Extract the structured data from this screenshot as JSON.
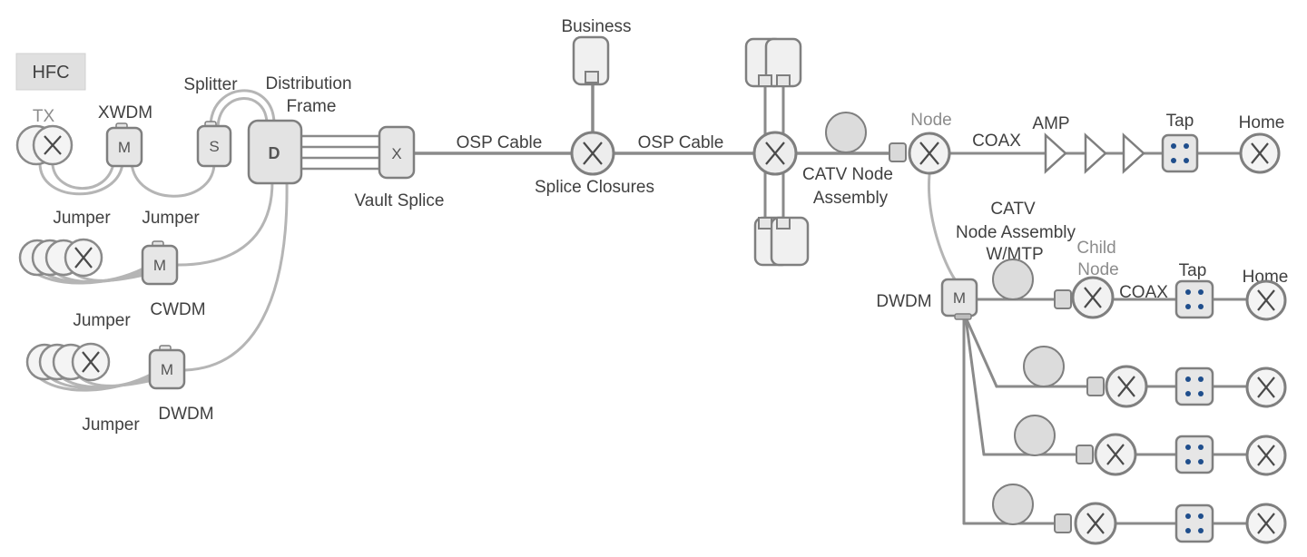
{
  "colors": {
    "line_dark": "#8a8a8a",
    "line_light": "#b5b5b5",
    "box_fill": "#e6e6e6",
    "box_stroke": "#7f7f7f",
    "tap_dot": "#1f4e8c",
    "hfc_fill": "#e0e0e0"
  },
  "labels": {
    "hfc": "HFC",
    "tx": "TX",
    "xwdm": "XWDM",
    "splitter": "Splitter",
    "distribution_frame_1": "Distribution",
    "distribution_frame_2": "Frame",
    "jumper": "Jumper",
    "cwdm": "CWDM",
    "dwdm": "DWDM",
    "vault_splice": "Vault Splice",
    "osp_cable": "OSP Cable",
    "splice_closures": "Splice Closures",
    "business": "Business",
    "catv_node_assembly_1": "CATV Node",
    "catv_node_assembly_2": "Assembly",
    "node": "Node",
    "coax": "COAX",
    "amp": "AMP",
    "tap": "Tap",
    "home": "Home",
    "catv_node_mtp_1": "CATV",
    "catv_node_mtp_2": "Node Assembly",
    "catv_node_mtp_3": "W/MTP",
    "child_node_1": "Child",
    "child_node_2": "Node"
  },
  "glyphs": {
    "mux": "M",
    "splitter": "S",
    "distribution": "D",
    "splice": "X"
  }
}
